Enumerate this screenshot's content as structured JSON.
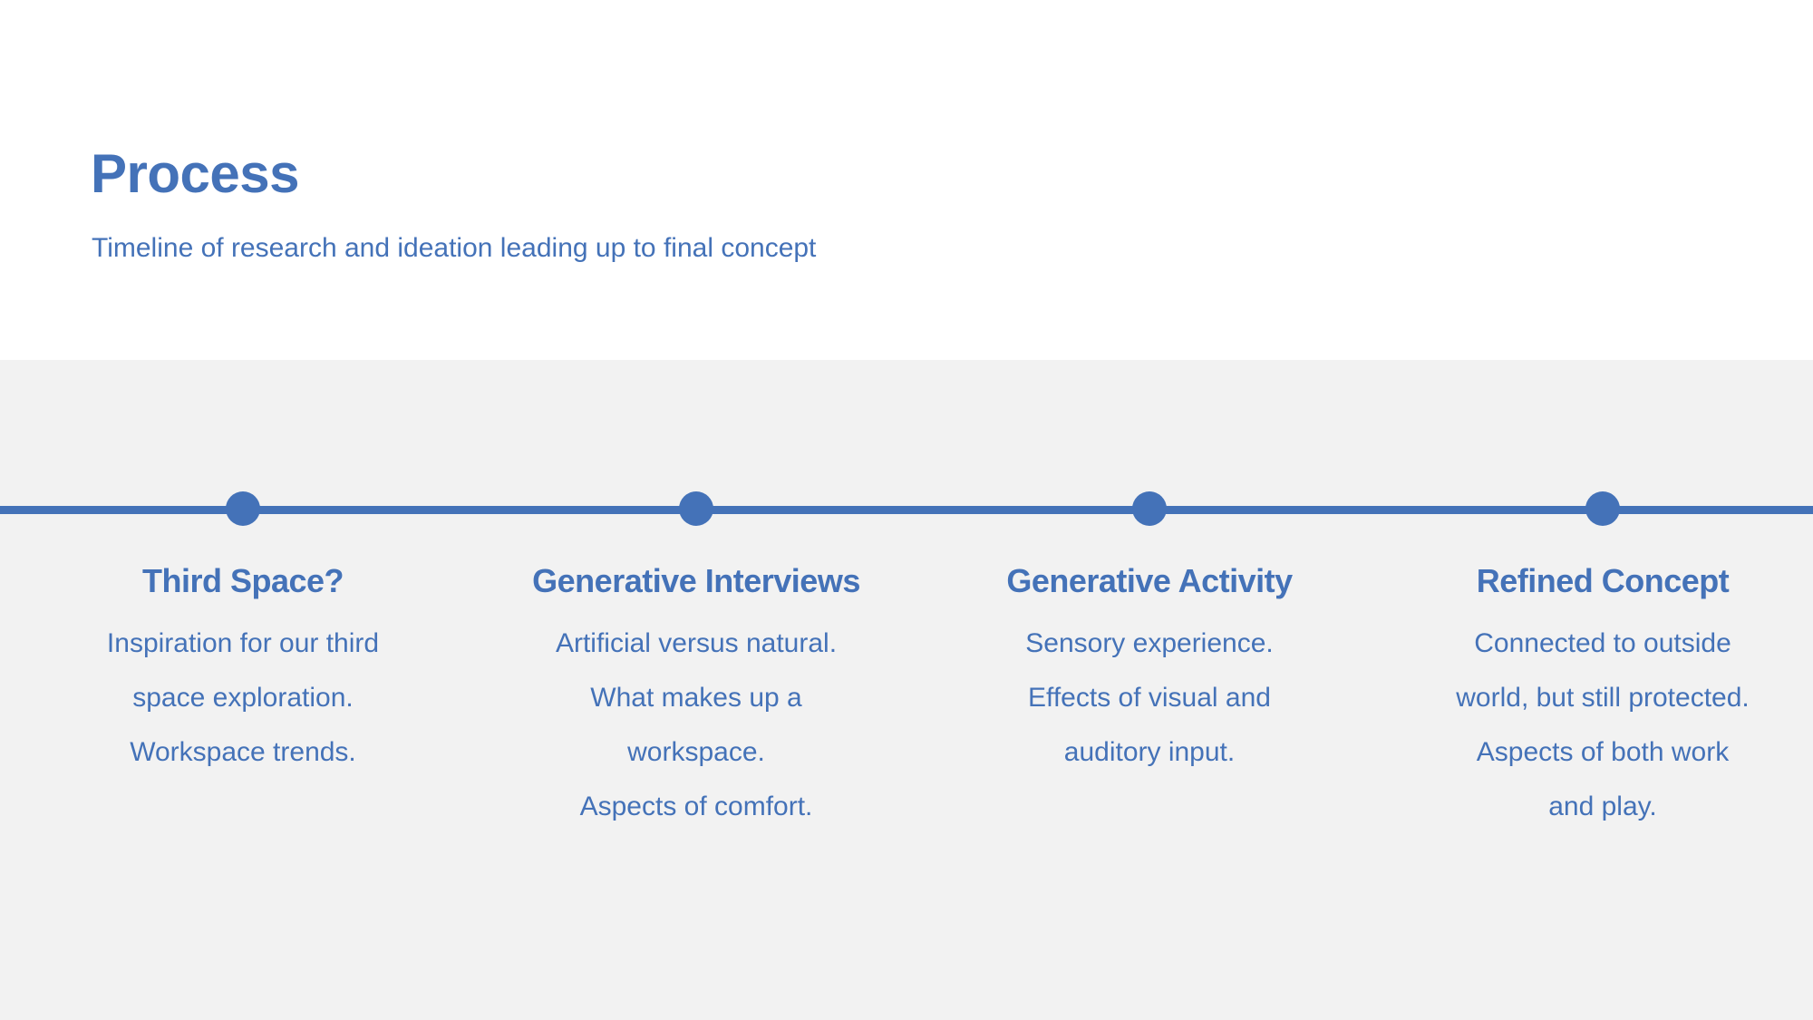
{
  "header": {
    "title": "Process",
    "subtitle": "Timeline of research and ideation leading up to final concept"
  },
  "colors": {
    "accent": "#4472b8",
    "band_background": "#f2f2f2",
    "page_background": "#ffffff"
  },
  "timeline": {
    "milestones": [
      {
        "title": "Third Space?",
        "lines": [
          "Inspiration for our third",
          "space exploration.",
          "Workspace trends."
        ]
      },
      {
        "title": "Generative Interviews",
        "lines": [
          "Artificial versus natural.",
          "What makes up a",
          "workspace.",
          "Aspects of comfort."
        ]
      },
      {
        "title": "Generative Activity",
        "lines": [
          "Sensory experience.",
          "Effects of visual and",
          "auditory input."
        ]
      },
      {
        "title": "Refined Concept",
        "lines": [
          "Connected to outside",
          "world, but still protected.",
          "Aspects of both work",
          "and play."
        ]
      }
    ]
  }
}
